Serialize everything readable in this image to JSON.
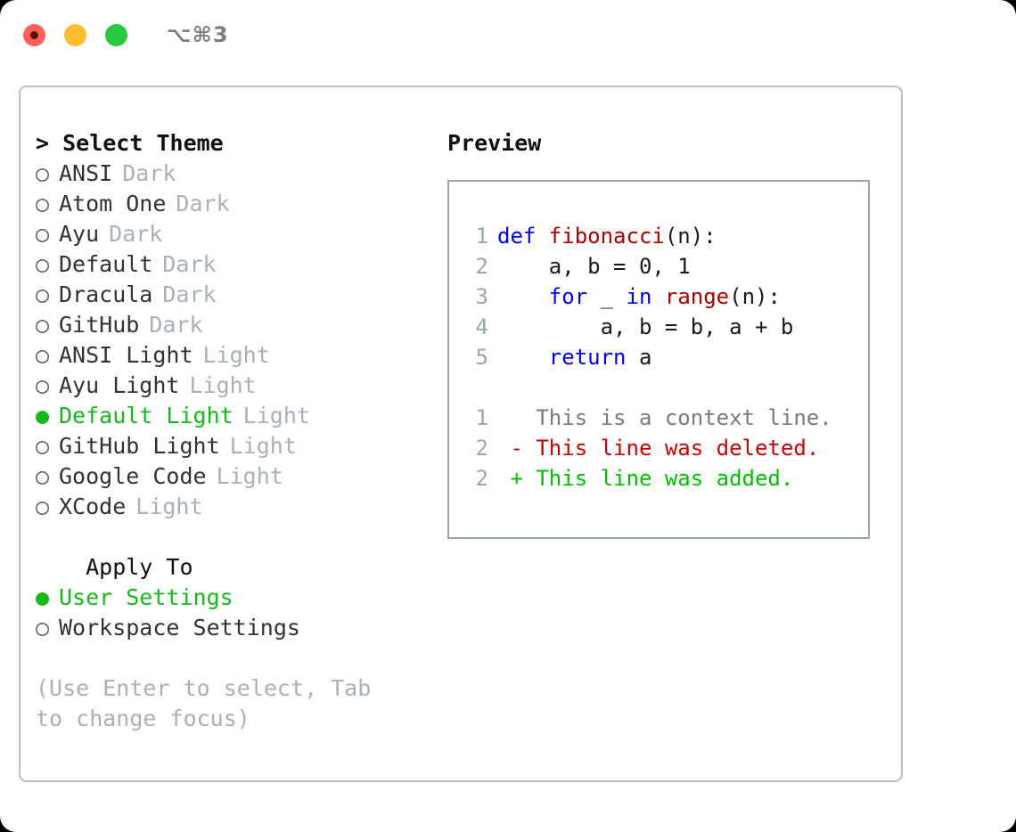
{
  "titlebar": {
    "shortcut": "⌥⌘3",
    "dots": [
      "close-red",
      "minimize-yellow",
      "maximize-green"
    ]
  },
  "theme_panel": {
    "heading": "> Select Theme",
    "themes": [
      {
        "label": "ANSI",
        "kind": "Dark",
        "selected": false,
        "bullet": "○"
      },
      {
        "label": "Atom One",
        "kind": "Dark",
        "selected": false,
        "bullet": "○"
      },
      {
        "label": "Ayu",
        "kind": "Dark",
        "selected": false,
        "bullet": "○"
      },
      {
        "label": "Default",
        "kind": "Dark",
        "selected": false,
        "bullet": "○"
      },
      {
        "label": "Dracula",
        "kind": "Dark",
        "selected": false,
        "bullet": "○"
      },
      {
        "label": "GitHub",
        "kind": "Dark",
        "selected": false,
        "bullet": "○"
      },
      {
        "label": "ANSI Light",
        "kind": "Light",
        "selected": false,
        "bullet": "○"
      },
      {
        "label": "Ayu Light",
        "kind": "Light",
        "selected": false,
        "bullet": "○"
      },
      {
        "label": "Default Light",
        "kind": "Light",
        "selected": true,
        "bullet": "●"
      },
      {
        "label": "GitHub Light",
        "kind": "Light",
        "selected": false,
        "bullet": "○"
      },
      {
        "label": "Google Code",
        "kind": "Light",
        "selected": false,
        "bullet": "○"
      },
      {
        "label": "XCode",
        "kind": "Light",
        "selected": false,
        "bullet": "○"
      }
    ],
    "apply_to_label": "  Apply To",
    "apply_to": [
      {
        "label": "User Settings",
        "selected": true,
        "bullet": "●"
      },
      {
        "label": "Workspace Settings",
        "selected": false,
        "bullet": "○"
      }
    ],
    "hint": "(Use Enter to select, Tab to change focus)"
  },
  "preview": {
    "title": "Preview",
    "code_lines": [
      {
        "num": "1",
        "tokens": [
          {
            "t": "def ",
            "c": "kw"
          },
          {
            "t": "fibonacci",
            "c": "fn"
          },
          {
            "t": "(n):",
            "c": "plain"
          }
        ]
      },
      {
        "num": "2",
        "tokens": [
          {
            "t": "    a, b = 0, 1",
            "c": "plain"
          }
        ]
      },
      {
        "num": "3",
        "tokens": [
          {
            "t": "    ",
            "c": "plain"
          },
          {
            "t": "for",
            "c": "kw"
          },
          {
            "t": " _ ",
            "c": "plain"
          },
          {
            "t": "in",
            "c": "kw"
          },
          {
            "t": " ",
            "c": "plain"
          },
          {
            "t": "range",
            "c": "fn"
          },
          {
            "t": "(n):",
            "c": "plain"
          }
        ]
      },
      {
        "num": "4",
        "tokens": [
          {
            "t": "        a, b = b, a + b",
            "c": "plain"
          }
        ]
      },
      {
        "num": "5",
        "tokens": [
          {
            "t": "    ",
            "c": "plain"
          },
          {
            "t": "return",
            "c": "kw"
          },
          {
            "t": " a",
            "c": "plain"
          }
        ]
      }
    ],
    "diff_lines": [
      {
        "num": "1",
        "text": "   This is a context line.",
        "kind": "context"
      },
      {
        "num": "2",
        "text": " - This line was deleted.",
        "kind": "deleted"
      },
      {
        "num": "2",
        "text": " + This line was added.",
        "kind": "added"
      }
    ]
  },
  "colors": {
    "accent_green": "#17b81c",
    "keyword_blue": "#0000ee",
    "function_red": "#aa0000",
    "diff_deleted": "#cc0000",
    "diff_added": "#00c000",
    "muted_gray": "#a8b0bb",
    "border": "#b6bfcb"
  }
}
